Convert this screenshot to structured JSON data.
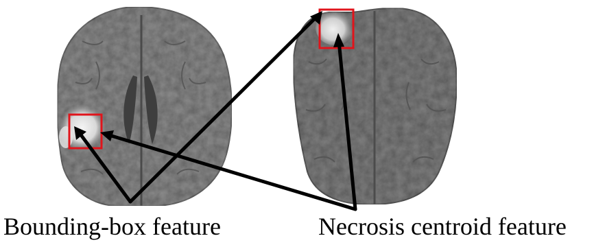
{
  "labels": {
    "left": "Bounding-box feature",
    "right": "Necrosis centroid feature"
  },
  "colors": {
    "box": "#e0141b",
    "arrow": "#000000",
    "tissue": "#8a8a8a"
  },
  "icons": [
    "mri-scan-image",
    "bounding-box-marker",
    "pointer-arrow"
  ]
}
